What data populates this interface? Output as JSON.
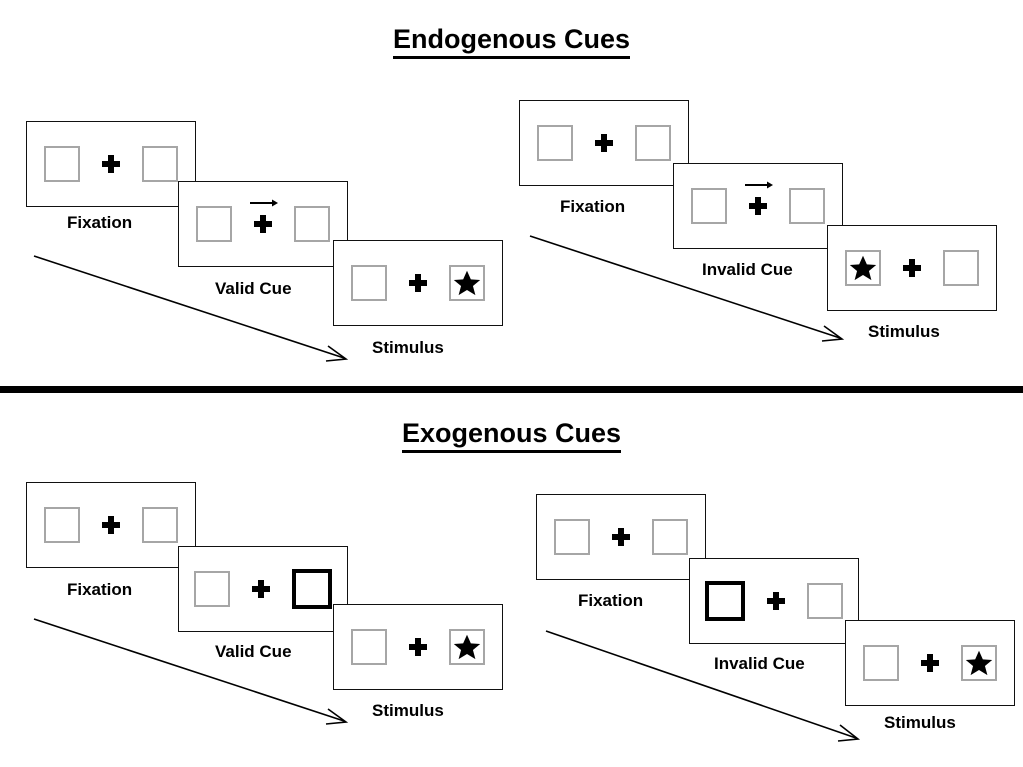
{
  "sections": [
    {
      "id": "endogenous",
      "title": "Endogenous Cues",
      "panels": [
        {
          "id": "endogenous-valid",
          "frames": [
            {
              "label": "Fixation",
              "cue": "none",
              "left_content": "empty",
              "right_content": "empty"
            },
            {
              "label": "Valid Cue",
              "cue": "arrow-right",
              "left_content": "empty",
              "right_content": "empty"
            },
            {
              "label": "Stimulus",
              "cue": "none",
              "left_content": "empty",
              "right_content": "star"
            }
          ]
        },
        {
          "id": "endogenous-invalid",
          "frames": [
            {
              "label": "Fixation",
              "cue": "none",
              "left_content": "empty",
              "right_content": "empty"
            },
            {
              "label": "Invalid Cue",
              "cue": "arrow-right",
              "left_content": "empty",
              "right_content": "empty"
            },
            {
              "label": "Stimulus",
              "cue": "none",
              "left_content": "star",
              "right_content": "empty"
            }
          ]
        }
      ]
    },
    {
      "id": "exogenous",
      "title": "Exogenous Cues",
      "panels": [
        {
          "id": "exogenous-valid",
          "frames": [
            {
              "label": "Fixation",
              "cue": "none",
              "left_content": "empty",
              "right_content": "empty"
            },
            {
              "label": "Valid Cue",
              "cue": "highlight-right",
              "left_content": "empty",
              "right_content": "empty"
            },
            {
              "label": "Stimulus",
              "cue": "none",
              "left_content": "empty",
              "right_content": "star"
            }
          ]
        },
        {
          "id": "exogenous-invalid",
          "frames": [
            {
              "label": "Fixation",
              "cue": "none",
              "left_content": "empty",
              "right_content": "empty"
            },
            {
              "label": "Invalid Cue",
              "cue": "highlight-left",
              "left_content": "empty",
              "right_content": "empty"
            },
            {
              "label": "Stimulus",
              "cue": "none",
              "left_content": "empty",
              "right_content": "star"
            }
          ]
        }
      ]
    }
  ],
  "icons": {
    "fixation_cross": "plus-cross-icon",
    "target": "star-icon",
    "cue_arrow": "arrow-right-icon",
    "time_arrow": "time-flow-arrow-icon"
  },
  "colors": {
    "ink": "#000000",
    "box_border": "#a6a6a6",
    "frame_border": "#111111",
    "cued_box_border": "#000000",
    "background": "#ffffff"
  }
}
